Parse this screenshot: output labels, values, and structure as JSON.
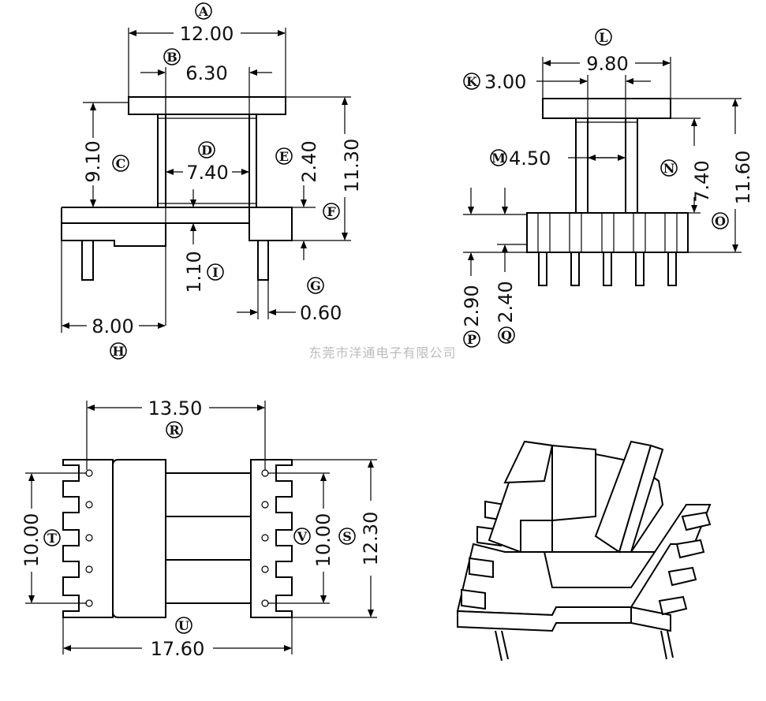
{
  "title": "EE bobbin dimension drawing",
  "watermark": "东莞市洋通电子有限公司",
  "accent_color": "#000000",
  "front_view": {
    "A": {
      "label": "A",
      "value": "12.00"
    },
    "B": {
      "label": "B",
      "value": "6.30"
    },
    "C": {
      "label": "C",
      "value": "9.10"
    },
    "D": {
      "label": "D",
      "value": "7.40"
    },
    "E": {
      "label": "E",
      "value": "2.40"
    },
    "F": {
      "label": "F",
      "value": "11.30"
    },
    "G": {
      "label": "G",
      "value": "0.60"
    },
    "H": {
      "label": "H",
      "value": "8.00"
    },
    "I": {
      "label": "I",
      "value": "1.10"
    }
  },
  "side_view": {
    "K": {
      "label": "K",
      "value": "3.00"
    },
    "L": {
      "label": "L",
      "value": "9.80"
    },
    "M": {
      "label": "M",
      "value": "4.50"
    },
    "N": {
      "label": "N",
      "value": "7.40"
    },
    "O": {
      "label": "O",
      "value": "11.60"
    },
    "P": {
      "label": "P",
      "value": "2.90"
    },
    "Q": {
      "label": "Q",
      "value": "2.40"
    }
  },
  "top_view": {
    "R": {
      "label": "R",
      "value": "13.50"
    },
    "S": {
      "label": "S",
      "value": "12.30"
    },
    "T": {
      "label": "T",
      "value": "10.00"
    },
    "U": {
      "label": "U",
      "value": "17.60"
    },
    "V": {
      "label": "V",
      "value": "10.00"
    }
  }
}
